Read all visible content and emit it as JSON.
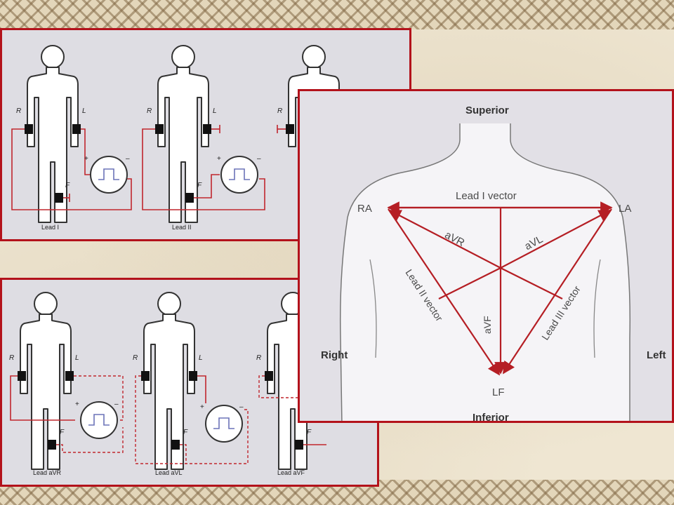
{
  "limb_leads": {
    "figures": [
      {
        "r": "R",
        "l": "L",
        "f": "F",
        "plus": "+",
        "minus": "–",
        "caption": "Lead I"
      },
      {
        "r": "R",
        "l": "L",
        "f": "F",
        "plus": "+",
        "minus": "–",
        "caption": "Lead II"
      },
      {
        "r": "R"
      }
    ]
  },
  "augmented_leads": {
    "figures": [
      {
        "r": "R",
        "l": "L",
        "f": "F",
        "plus": "+",
        "minus": "–",
        "caption": "Lead aVR"
      },
      {
        "r": "R",
        "l": "L",
        "f": "F",
        "plus": "+",
        "minus": "–",
        "caption": "Lead aVL"
      },
      {
        "r": "R",
        "l": "L",
        "f": "F",
        "caption": "Lead aVF"
      }
    ]
  },
  "triangle": {
    "superior": "Superior",
    "inferior": "Inferior",
    "right": "Right",
    "left": "Left",
    "ra": "RA",
    "la": "LA",
    "lf": "LF",
    "lead_i": "Lead I vector",
    "lead_ii": "Lead II vector",
    "lead_iii": "Lead III vector",
    "avr": "aVR",
    "avl": "aVL",
    "avf": "aVF"
  },
  "colors": {
    "panel_border": "#b3121b",
    "wire": "#c0262d",
    "vector": "#b51e24"
  }
}
